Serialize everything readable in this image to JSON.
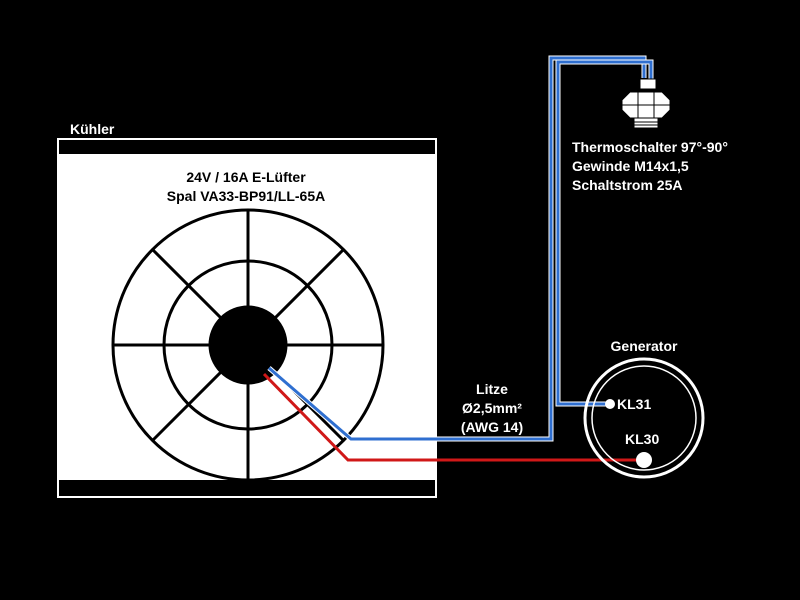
{
  "radiator": {
    "label": "Kühler",
    "fan_title_line1": "24V / 16A E-Lüfter",
    "fan_title_line2": "Spal VA33-BP91/LL-65A"
  },
  "cable": {
    "line1": "Litze",
    "line2": "Ø2,5mm²",
    "line3": "(AWG 14)"
  },
  "thermo_switch": {
    "line1": "Thermoschalter 97°-90°",
    "line2": "Gewinde M14x1,5",
    "line3": "Schaltstrom 25A"
  },
  "generator": {
    "label": "Generator",
    "terminal_kl31": "KL31",
    "terminal_kl30": "KL30"
  },
  "colors": {
    "background": "#000000",
    "panel": "#ffffff",
    "wire_blue": "#2f6fd0",
    "wire_red": "#d01818"
  }
}
